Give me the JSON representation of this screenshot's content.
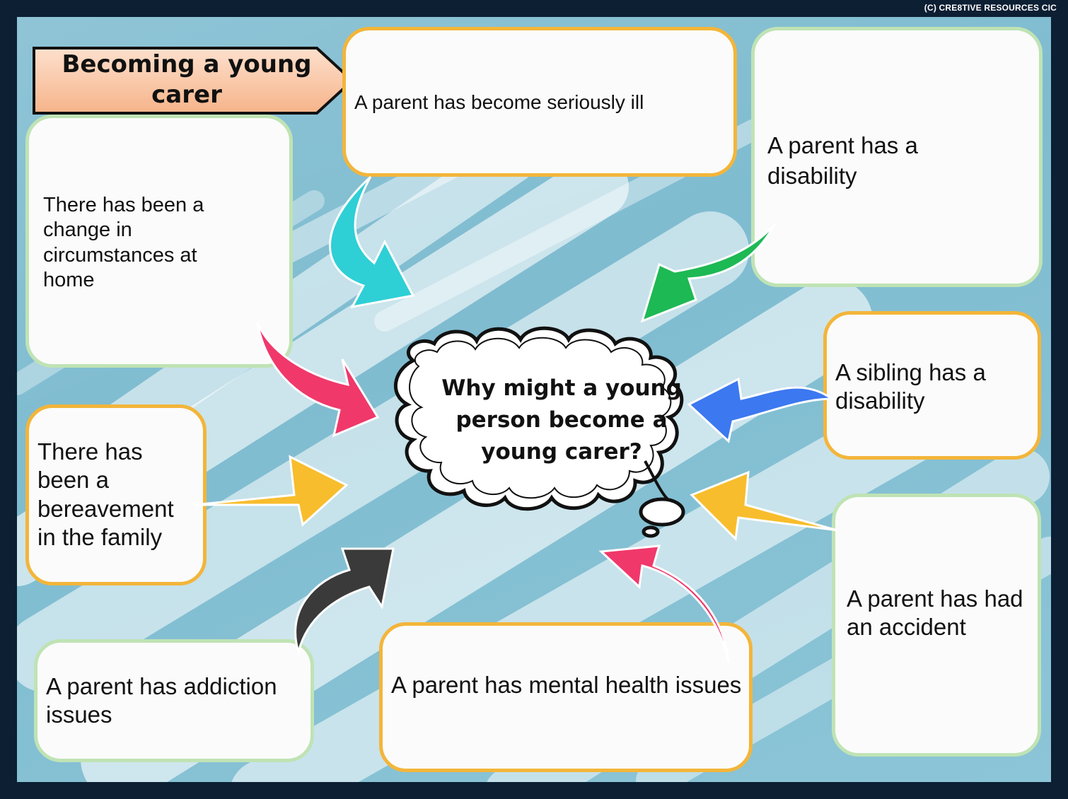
{
  "copyright": "(C) CRE8TIVE RESOURCES CIC",
  "title": "Becoming a young carer",
  "question": "Why might a young person become a young carer?",
  "reasons": {
    "seriously_ill": "A parent has become seriously ill",
    "parent_disability": "A parent has a disability",
    "change_circumstances": "There has been a change in circumstances at home",
    "sibling_disability": "A sibling has a disability",
    "bereavement": "There has been a bereavement in the family",
    "accident": "A parent has had an accident",
    "addiction": "A parent has addiction issues",
    "mental_health": "A parent has mental health issues"
  },
  "colors": {
    "background": "#8fc4d6",
    "frame": "#0c1f33",
    "box_border_orange": "#f3b53a",
    "box_border_green": "#bfe3b4",
    "banner_fill": "#f8c3a0",
    "arrow_cyan": "#2fcfd6",
    "arrow_green": "#1db954",
    "arrow_pink": "#f0386b",
    "arrow_blue": "#3c78f0",
    "arrow_yellow": "#f8bd2c",
    "arrow_dark": "#3a3a3a"
  }
}
